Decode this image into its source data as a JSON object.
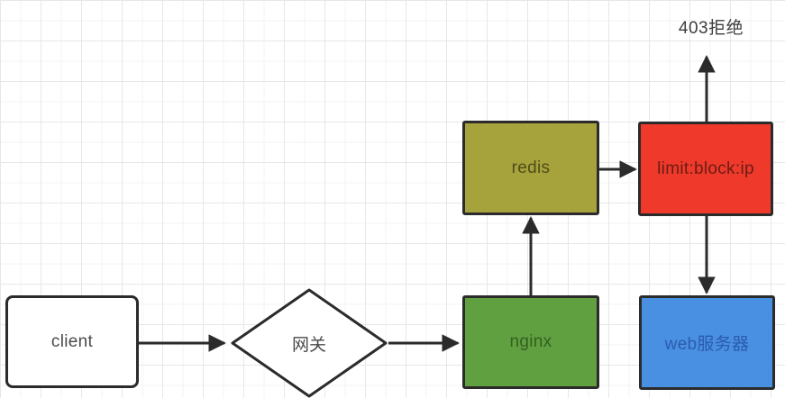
{
  "canvas": {
    "background": "#ffffff",
    "grid": "light-gray squares",
    "stroke_color": "#2b2b2b"
  },
  "nodes": {
    "client": {
      "label": "client",
      "shape": "rectangle",
      "fill": "#ffffff",
      "text_color": "#4a4a4a"
    },
    "gateway": {
      "label": "网关",
      "shape": "diamond",
      "fill": "#ffffff",
      "text_color": "#4a4a4a"
    },
    "nginx": {
      "label": "nginx",
      "shape": "rectangle",
      "fill": "#61a041",
      "text_color": "#33611f"
    },
    "redis": {
      "label": "redis",
      "shape": "rectangle",
      "fill": "#a7a33c",
      "text_color": "#4f4d19"
    },
    "limit_key": {
      "label": "limit:block:ip",
      "shape": "rectangle",
      "fill": "#ee392b",
      "text_color": "#6b1d14"
    },
    "web_server": {
      "label": "web服务器",
      "shape": "rectangle",
      "fill": "#4a90e2",
      "text_color": "#2a5cae"
    }
  },
  "annotations": {
    "reject": {
      "text": "403拒绝",
      "color": "#3d3d3d"
    }
  },
  "edges": [
    {
      "from": "client",
      "to": "gateway",
      "direction": "right"
    },
    {
      "from": "gateway",
      "to": "nginx",
      "direction": "right"
    },
    {
      "from": "nginx",
      "to": "redis",
      "direction": "up"
    },
    {
      "from": "redis",
      "to": "limit_key",
      "direction": "right"
    },
    {
      "from": "limit_key",
      "to": "reject",
      "direction": "up"
    },
    {
      "from": "limit_key",
      "to": "web_server",
      "direction": "down"
    }
  ]
}
